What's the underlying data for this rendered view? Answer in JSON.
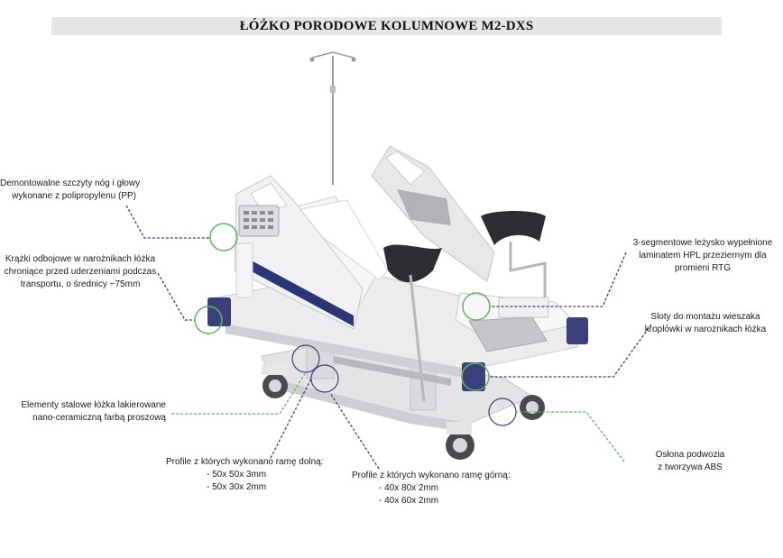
{
  "title": "ŁÓŻKO PORODOWE KOLUMNOWE M2-DXS",
  "callouts": {
    "headboards": [
      "Demontowalne szczyty nóg i głowy",
      "wykonane z polipropylenu (PP)"
    ],
    "bumpers": [
      "Krążki odbojowe w narożnikach łóżka",
      "chroniące przed uderzeniami podczas",
      "transportu, o średnicy ~75mm"
    ],
    "steel": [
      "Elementy stalowe łóżka lakierowane",
      "nano-ceramiczną farbą proszową"
    ],
    "lower_frame": [
      "Profile z których wykonano ramę dolną:",
      "- 50x 50x 3mm",
      "- 50x 30x 2mm"
    ],
    "upper_frame": [
      "Profile z których wykonano ramę górną:",
      "- 40x 80x 2mm",
      "- 40x 60x 2mm"
    ],
    "mattress": [
      "3-segmentowe leżysko wypełnione",
      "laminatem HPL przeziernym dla",
      "promieni RTG"
    ],
    "iv_slots": [
      "Sloty do montażu wieszaka",
      "kroplówki w narożnikach łóżka"
    ],
    "chassis": [
      "Osłona podwozia",
      "z tworzywa ABS"
    ]
  },
  "colors": {
    "green_marker": "#5cb85c",
    "navy_marker": "#3a3f7a",
    "accent_blue": "#2c3576"
  }
}
